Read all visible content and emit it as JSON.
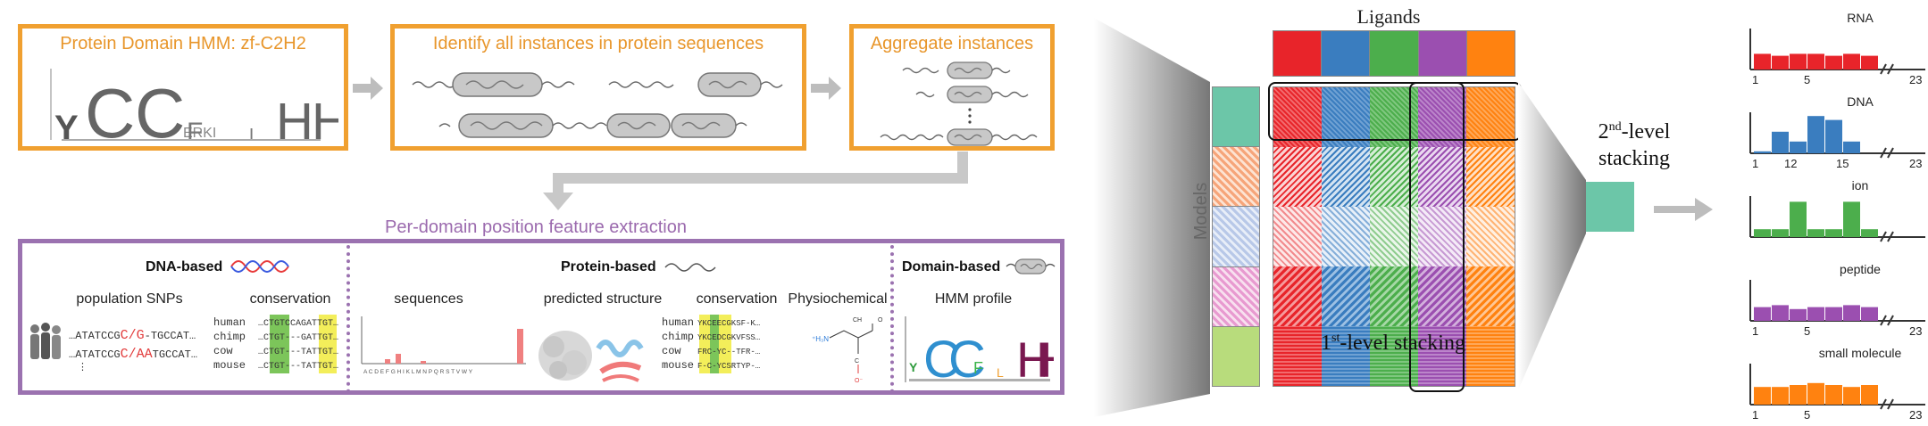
{
  "top_boxes": {
    "hmm_title": "Protein Domain HMM: zf-C2H2",
    "identify_title": "Identify all instances in protein sequences",
    "aggregate_title": "Aggregate instances"
  },
  "features": {
    "title": "Per-domain position feature extraction",
    "dna_label": "DNA-based",
    "protein_label": "Protein-based",
    "domain_label": "Domain-based",
    "population_snps": "population SNPs",
    "conservation": "conservation",
    "sequences": "sequences",
    "predicted_structure": "predicted structure",
    "conservation2": "conservation",
    "physiochemical": "Physiochemical",
    "hmm_profile": "HMM profile",
    "snp_line1_prefix": "…ATATCCG",
    "snp_line1_var": "C/G",
    "snp_line1_suffix": "-TGCCAT…",
    "snp_line2_prefix": "…ATATCCG",
    "snp_line2_var": "C/AA",
    "snp_line2_suffix": "TGCCAT…",
    "species": [
      "human",
      "chimp",
      "cow",
      "mouse"
    ],
    "dna_align": [
      "…CTGTCCAGATTGT…",
      "…CTGT---GATTGT…",
      "…CTGT---TATTGT…",
      "…CTGT---TATTGT…"
    ],
    "prot_align": [
      "YKCEECGKSF-K…",
      "YKCEDCGKVFSS…",
      "FRC-YC--TFR-…",
      "F-C-YCSRTYP-…"
    ],
    "seq_axis": "A C D E F G H I K L M N P Q R S T V W Y"
  },
  "stacking": {
    "ligands_label": "Ligands",
    "models_label": "Models",
    "first_level": "1",
    "first_level_sup": "st",
    "first_level_rest": "-level stacking",
    "second_level": "2",
    "second_level_sup": "nd",
    "second_level_rest": "-level",
    "second_level_line2": "stacking"
  },
  "colors": {
    "ligands": [
      "#e8242a",
      "#3a7dbf",
      "#4cae4c",
      "#9b4fb0",
      "#ff8210"
    ],
    "models": [
      "#6cc6a8",
      "#f6a57a",
      "#b8c8e8",
      "#e89ad0",
      "#b8dc7c"
    ],
    "output": "#6cc6a8"
  },
  "panels": [
    {
      "label": "RNA",
      "color": "#e8242a",
      "values": [
        0.4,
        0.35,
        0.4,
        0.4,
        0.35,
        0.4,
        0.35
      ],
      "ticks": [
        "1",
        "5",
        "23"
      ]
    },
    {
      "label": "DNA",
      "color": "#3a7dbf",
      "values": [
        0.05,
        0.55,
        0.3,
        0.95,
        0.85,
        0.3,
        0.0
      ],
      "ticks": [
        "1",
        "12",
        "15",
        "23"
      ]
    },
    {
      "label": "ion",
      "color": "#4cae4c",
      "values": [
        0.2,
        0.2,
        0.9,
        0.2,
        0.2,
        0.9,
        0.2
      ],
      "ticks": []
    },
    {
      "label": "peptide",
      "color": "#9b4fb0",
      "values": [
        0.35,
        0.4,
        0.3,
        0.35,
        0.35,
        0.4,
        0.35
      ],
      "ticks": [
        "1",
        "5",
        "23"
      ]
    },
    {
      "label": "small molecule",
      "color": "#ff8210",
      "values": [
        0.45,
        0.45,
        0.5,
        0.55,
        0.5,
        0.45,
        0.5
      ],
      "ticks": [
        "1",
        "5",
        "23"
      ]
    }
  ]
}
